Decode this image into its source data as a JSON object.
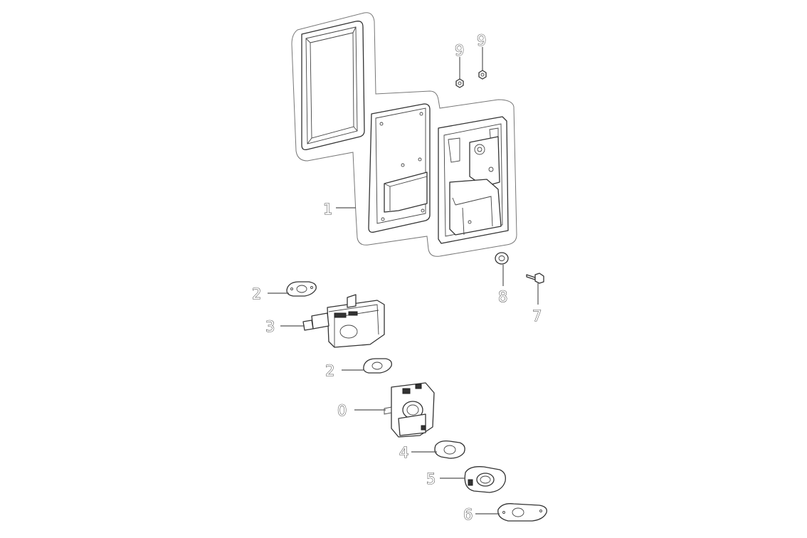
{
  "diagram": {
    "callouts": [
      {
        "id": "c1",
        "label": "1"
      },
      {
        "id": "c2a",
        "label": "2"
      },
      {
        "id": "c3",
        "label": "3"
      },
      {
        "id": "c2b",
        "label": "2"
      },
      {
        "id": "c0",
        "label": "0"
      },
      {
        "id": "c4",
        "label": "4"
      },
      {
        "id": "c5",
        "label": "5"
      },
      {
        "id": "c6",
        "label": "6"
      },
      {
        "id": "c7",
        "label": "7"
      },
      {
        "id": "c8",
        "label": "8"
      },
      {
        "id": "c9a",
        "label": "9"
      },
      {
        "id": "c9b",
        "label": "9"
      }
    ]
  }
}
